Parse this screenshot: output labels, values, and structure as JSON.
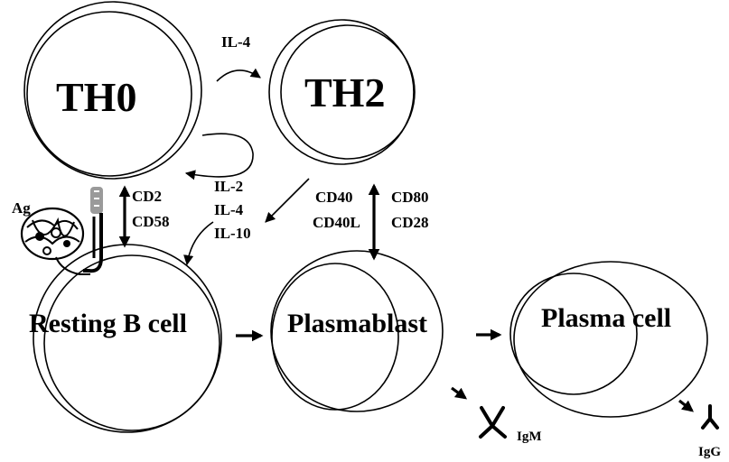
{
  "cells": {
    "th0": "TH0",
    "th2": "TH2",
    "resting_b": "Resting B cell",
    "plasmablast": "Plasmablast",
    "plasma_cell": "Plasma cell"
  },
  "cytokines": {
    "il4_top": "IL-4",
    "il2": "IL-2",
    "il4": "IL-4",
    "il10": "IL-10"
  },
  "receptors": {
    "cd2": "CD2",
    "cd58": "CD58",
    "cd40": "CD40",
    "cd40l": "CD40L",
    "cd80": "CD80",
    "cd28": "CD28"
  },
  "antigen": "Ag",
  "antibodies": {
    "igm": "IgM",
    "igg": "IgG"
  },
  "colors": {
    "ink": "#000000",
    "receptor_grey": "#9a9a9a"
  }
}
